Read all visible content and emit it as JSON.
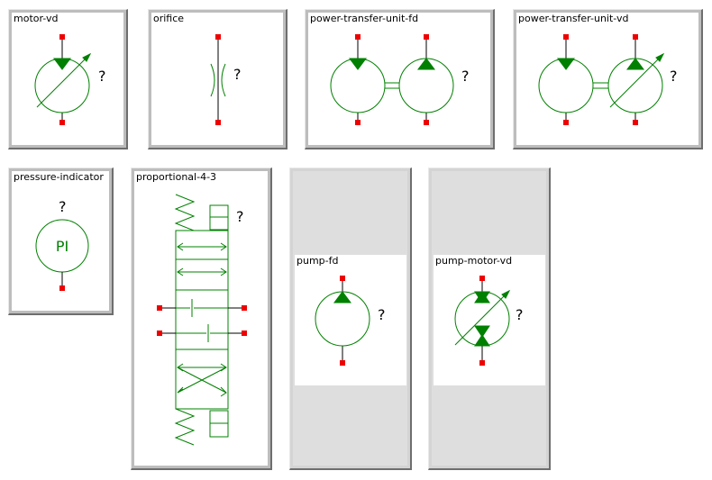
{
  "components": [
    {
      "id": "motor-vd",
      "label": "motor-vd",
      "qmark": "?"
    },
    {
      "id": "orifice",
      "label": "orifice",
      "qmark": "?"
    },
    {
      "id": "power-transfer-unit-fd",
      "label": "power-transfer-unit-fd",
      "qmark": "?"
    },
    {
      "id": "power-transfer-unit-vd",
      "label": "power-transfer-unit-vd",
      "qmark": "?"
    },
    {
      "id": "pressure-indicator",
      "label": "pressure-indicator",
      "qmark": "?",
      "symbol_text": "PI"
    },
    {
      "id": "proportional-4-3",
      "label": "proportional-4-3",
      "qmark": "?"
    },
    {
      "id": "pump-fd",
      "label": "pump-fd",
      "qmark": "?"
    },
    {
      "id": "pump-motor-vd",
      "label": "pump-motor-vd",
      "qmark": "?"
    }
  ],
  "colors": {
    "symbol": "#008000",
    "port": "#ee0000",
    "frame": "#bdbdbd",
    "background": "#ffffff"
  }
}
